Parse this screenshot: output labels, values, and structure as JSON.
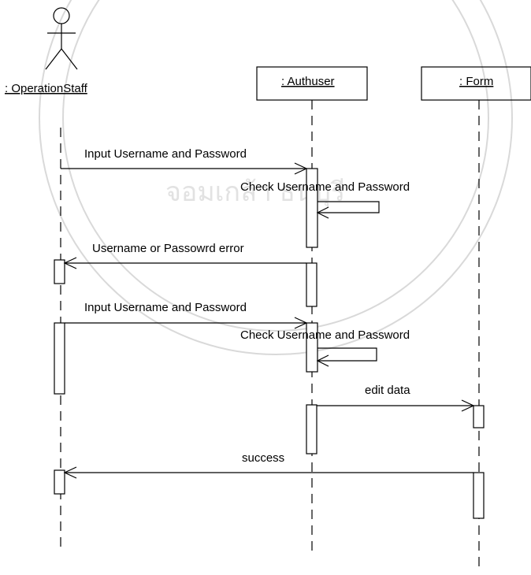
{
  "participants": {
    "actor": ": OperationStaff",
    "authuser": ": Authuser",
    "form": ": Form"
  },
  "messages": {
    "m1": "Input Username and Password",
    "m2": "Check Username and Password",
    "m3": "Username or Passowrd error",
    "m4": "Input Username and Password",
    "m5": "Check Username and Password",
    "m6": "edit data",
    "m7": "success"
  },
  "watermark": {
    "text": "จอมเกล้า ธนบุรี"
  }
}
